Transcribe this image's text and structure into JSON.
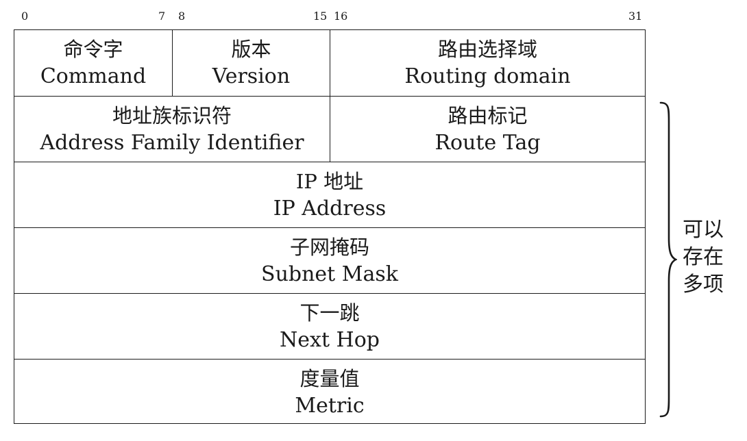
{
  "bit_positions": [
    "0",
    "7",
    "8",
    "15",
    "16",
    "31"
  ],
  "rows": [
    {
      "fields": [
        {
          "cn": "命令字",
          "en": "Command"
        },
        {
          "cn": "版本",
          "en": "Version"
        },
        {
          "cn": "路由选择域",
          "en": "Routing domain"
        }
      ]
    },
    {
      "fields": [
        {
          "cn": "地址族标识符",
          "en": "Address Family Identifier"
        },
        {
          "cn": "路由标记",
          "en": "Route Tag"
        }
      ]
    },
    {
      "fields": [
        {
          "cn": "IP 地址",
          "en": "IP Address"
        }
      ]
    },
    {
      "fields": [
        {
          "cn": "子网掩码",
          "en": "Subnet Mask"
        }
      ]
    },
    {
      "fields": [
        {
          "cn": "下一跳",
          "en": "Next Hop"
        }
      ]
    },
    {
      "fields": [
        {
          "cn": "度量值",
          "en": "Metric"
        }
      ]
    }
  ],
  "repeat_note": "可以\n存在\n多项"
}
